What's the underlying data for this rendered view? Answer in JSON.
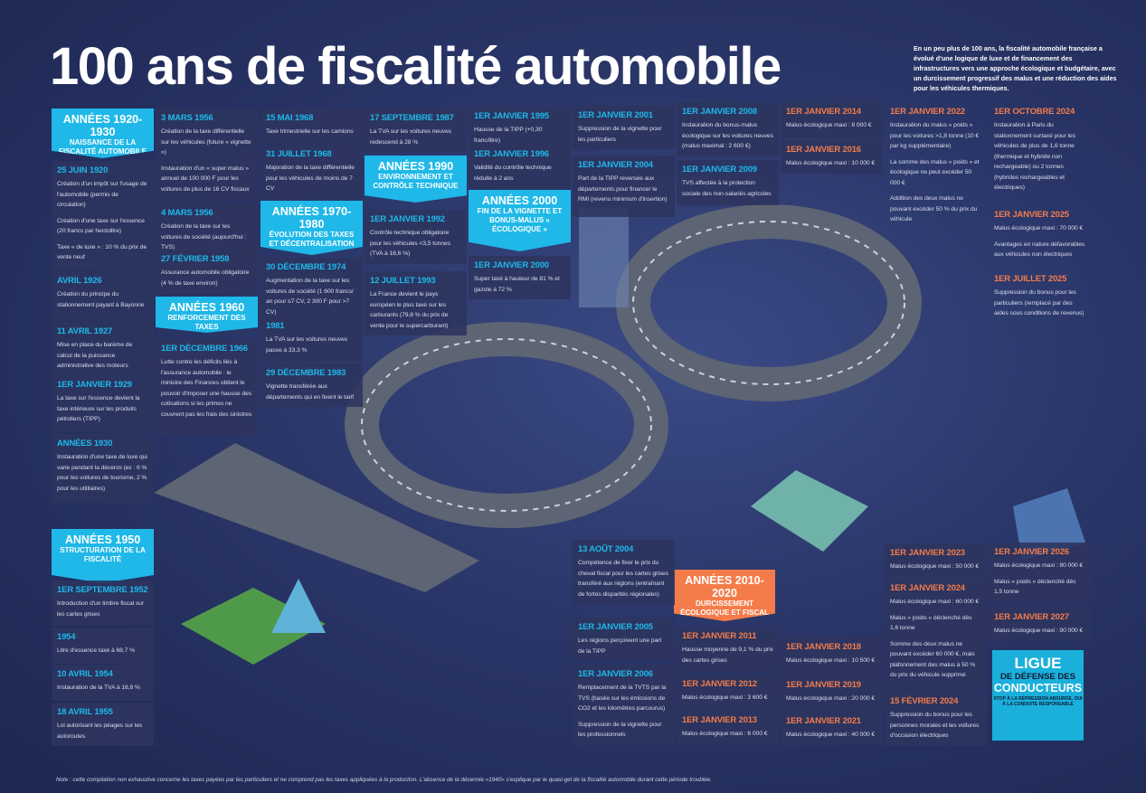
{
  "title": "100 ans de fiscalité automobile",
  "intro": "En un peu plus de 100 ans, la fiscalité automobile française a évolué d'une logique de luxe et de financement des infrastructures vers une approche écologique et budgétaire, avec un durcissement progressif des malus et une réduction des aides pour les véhicules thermiques.",
  "colors": {
    "blue": "#1fb8e8",
    "orange": "#f47c4a"
  },
  "eras": [
    {
      "title": "ANNÉES 1920-1930",
      "subtitle": "NAISSANCE DE LA FISCALITÉ AUTOMOBILE",
      "color": "#1fb8e8"
    },
    {
      "title": "ANNÉES 1950",
      "subtitle": "STRUCTURATION DE LA FISCALITÉ",
      "color": "#1fb8e8"
    },
    {
      "title": "ANNÉES 1960",
      "subtitle": "RENFORCEMENT DES TAXES",
      "color": "#1fb8e8"
    },
    {
      "title": "ANNÉES 1970-1980",
      "subtitle": "ÉVOLUTION DES TAXES ET DÉCENTRALISATION",
      "color": "#1fb8e8"
    },
    {
      "title": "ANNÉES 1990",
      "subtitle": "ENVIRONNEMENT ET CONTRÔLE TECHNIQUE",
      "color": "#1fb8e8"
    },
    {
      "title": "ANNÉES 2000",
      "subtitle": "FIN DE LA VIGNETTE ET BONUS-MALUS « ÉCOLOGIQUE »",
      "color": "#1fb8e8"
    },
    {
      "title": "ANNÉES 2010-2020",
      "subtitle": "DURCISSEMENT ÉCOLOGIQUE ET FISCAL",
      "color": "#f47c4a"
    }
  ],
  "cards": [
    {
      "date": "25 JUIN 1920",
      "color": "#1fb8e8",
      "lines": [
        "Création d'un impôt sur l'usage de l'automobile (permis de circulation)",
        "Création d'une taxe sur l'essence (20 francs par hectolitre)",
        "Taxe « de luxe » : 10 % du prix de vente neuf"
      ]
    },
    {
      "date": "AVRIL 1926",
      "color": "#1fb8e8",
      "lines": [
        "Création du principe du stationnement payant à Bayonne"
      ]
    },
    {
      "date": "11 AVRIL 1927",
      "color": "#1fb8e8",
      "lines": [
        "Mise en place du barème de calcul de la puissance administrative des moteurs"
      ]
    },
    {
      "date": "1ER JANVIER 1929",
      "color": "#1fb8e8",
      "lines": [
        "La taxe sur l'essence devient la taxe intérieure sur les produits pétroliers (TIPP)"
      ]
    },
    {
      "date": "ANNÉES 1930",
      "color": "#1fb8e8",
      "lines": [
        "Instauration d'une taxe de luxe qui varie pendant la décenni (ex : 6 % pour les voitures de tourisme, 2 % pour les utilitaires)"
      ]
    },
    {
      "date": "1ER SEPTEMBRE 1952",
      "color": "#1fb8e8",
      "lines": [
        "Introduction d'un timbre fiscal sur les cartes grises"
      ]
    },
    {
      "date": "1954",
      "color": "#1fb8e8",
      "lines": [
        "Litre d'essence taxé à 68,7 %"
      ]
    },
    {
      "date": "10 AVRIL 1954",
      "color": "#1fb8e8",
      "lines": [
        "Instauration de la TVA à 16,8 %"
      ]
    },
    {
      "date": "18 AVRIL 1955",
      "color": "#1fb8e8",
      "lines": [
        "Loi autorisant les péages sur les autoroutes"
      ]
    },
    {
      "date": "3 MARS 1956",
      "color": "#1fb8e8",
      "lines": [
        "Création de la taxe différentielle sur les véhicules (future « vignette »)",
        "Instauration d'un « super malus » annuel de 100 000 F pour les voitures de plus de 16 CV fiscaux"
      ]
    },
    {
      "date": "4 MARS 1956",
      "color": "#1fb8e8",
      "lines": [
        "Création de la taxe sur les voitures de société (aujourd'hui : TVS)"
      ]
    },
    {
      "date": "27 FÉVRIER 1958",
      "color": "#1fb8e8",
      "lines": [
        "Assurance automobile obligatoire (4 % de taxe environ)"
      ]
    },
    {
      "date": "1ER DÉCEMBRE 1966",
      "color": "#1fb8e8",
      "lines": [
        "Lutte contre les déficits liés à l'assurance automobile : le ministre des Finances obtient le pouvoir d'imposer une hausse des cotisations si les primes ne couvrent pas les frais des sinistres"
      ]
    },
    {
      "date": "15 MAI 1968",
      "color": "#1fb8e8",
      "lines": [
        "Taxe trimestrielle sur les camions"
      ]
    },
    {
      "date": "31 JUILLET 1968",
      "color": "#1fb8e8",
      "lines": [
        "Majoration de la taxe différentielle pour les véhicules de moins de 7 CV"
      ]
    },
    {
      "date": "30 DÉCEMBRE 1974",
      "color": "#1fb8e8",
      "lines": [
        "Augmentation de la taxe sur les voitures de société (1 600 francs/ an pour ≤7 CV, 2 300 F pour >7 CV)"
      ]
    },
    {
      "date": "1981",
      "color": "#1fb8e8",
      "lines": [
        "La TVA sur les voitures neuves passe à 33,3 %"
      ]
    },
    {
      "date": "29 DÉCEMBRE 1983",
      "color": "#1fb8e8",
      "lines": [
        "Vignette transférée aux départements qui en fixent le tarif"
      ]
    },
    {
      "date": "17 SEPTEMBRE 1987",
      "color": "#1fb8e8",
      "lines": [
        "La TVA sur les voitures neuves redescend à 28 %"
      ]
    },
    {
      "date": "1ER JANVIER 1992",
      "color": "#1fb8e8",
      "lines": [
        "Contrôle technique obligatoire pour les véhicules <3,5 tonnes (TVA à 18,6 %)"
      ]
    },
    {
      "date": "12 JUILLET 1993",
      "color": "#1fb8e8",
      "lines": [
        "La France devient le pays européen le plus taxé sur les carburants (79,8 % du prix de vente pour le supercarburant)"
      ]
    },
    {
      "date": "1ER JANVIER 1995",
      "color": "#1fb8e8",
      "lines": [
        "Hausse de la TIPP (+0,30 franc/litre)"
      ]
    },
    {
      "date": "1ER JANVIER 1996",
      "color": "#1fb8e8",
      "lines": [
        "Validité du contrôle technique réduite à 2 ans"
      ]
    },
    {
      "date": "1ER JANVIER 2000",
      "color": "#1fb8e8",
      "lines": [
        "Super taxé à hauteur de 81 % et gazole à 72 %"
      ]
    },
    {
      "date": "1ER JANVIER 2001",
      "color": "#1fb8e8",
      "lines": [
        "Suppression de la vignette pour les particuliers"
      ]
    },
    {
      "date": "1ER JANVIER 2004",
      "color": "#1fb8e8",
      "lines": [
        "Part de la TIPP reversée aux départements pour financer le RMI (revenu minimum d'insertion)"
      ]
    },
    {
      "date": "13 AOÛT 2004",
      "color": "#1fb8e8",
      "lines": [
        "Compétence de fixer le prix du cheval fiscal pour les cartes grises transféré aux régions (entraînant de fortes disparités régionales)"
      ]
    },
    {
      "date": "1ER JANVIER 2005",
      "color": "#1fb8e8",
      "lines": [
        "Les régions perçoivent une part de la TIPP"
      ]
    },
    {
      "date": "1ER JANVIER 2006",
      "color": "#1fb8e8",
      "lines": [
        "Remplacement de la TVTS par la TVS (basée sur les émissions de CO2 et les kilomètres parcourus)",
        "Suppression de la vignette pour les professionnels"
      ]
    },
    {
      "date": "1ER JANVIER 2008",
      "color": "#1fb8e8",
      "lines": [
        "Instauration du bonus-malus écologique sur les voitures neuves (malus maximal : 2 600 €)"
      ]
    },
    {
      "date": "1ER JANVIER 2009",
      "color": "#1fb8e8",
      "lines": [
        "TVS affectée à la protection sociale des non-salariés agricoles"
      ]
    },
    {
      "date": "1ER JANVIER 2011",
      "color": "#f47c4a",
      "lines": [
        "Hausse moyenne de 9,1 % du prix des cartes grises"
      ]
    },
    {
      "date": "1ER JANVIER 2012",
      "color": "#f47c4a",
      "lines": [
        "Malus écologique maxi : 3 600 €"
      ]
    },
    {
      "date": "1ER JANVIER 2013",
      "color": "#f47c4a",
      "lines": [
        "Malus écologique maxi : 6 000 €"
      ]
    },
    {
      "date": "1ER JANVIER 2014",
      "color": "#f47c4a",
      "lines": [
        "Malus écologique maxi : 8 000 €"
      ]
    },
    {
      "date": "1ER JANVIER 2016",
      "color": "#f47c4a",
      "lines": [
        "Malus écologique maxi : 10 000 €"
      ]
    },
    {
      "date": "1ER JANVIER 2018",
      "color": "#f47c4a",
      "lines": [
        "Malus écologique maxi : 10 500 €"
      ]
    },
    {
      "date": "1ER JANVIER 2019",
      "color": "#f47c4a",
      "lines": [
        "Malus écologique maxi : 20 000 €"
      ]
    },
    {
      "date": "1ER JANVIER 2021",
      "color": "#f47c4a",
      "lines": [
        "Malus écologique maxi : 40 000 €"
      ]
    },
    {
      "date": "1ER JANVIER 2022",
      "color": "#f47c4a",
      "lines": [
        "Instauration du malus « poids » pour les voitures >1,8 tonne (10 € par kg supplémentaire)",
        "La somme des malus « poids » et écologique ne peut excéder 50 000 €",
        "Addition des deux malus ne pouvant excéder 50 % du prix du véhicule"
      ]
    },
    {
      "date": "1ER JANVIER 2023",
      "color": "#f47c4a",
      "lines": [
        "Malus écologique maxi : 50 000 €"
      ]
    },
    {
      "date": "1ER JANVIER 2024",
      "color": "#f47c4a",
      "lines": [
        "Malus écologique maxi : 60 000 €",
        "Malus « poids » déclenché dès 1,6 tonne",
        "Somme des deux malus ne pouvant excéder 60 000 €, mais plafonnement des malus à 50 % du prix du véhicule supprimé"
      ]
    },
    {
      "date": "15 FÉVRIER 2024",
      "color": "#f47c4a",
      "lines": [
        "Suppression du bonus pour les personnes morales et les voitures d'occasion électriques"
      ]
    },
    {
      "date": "1ER OCTOBRE 2024",
      "color": "#f47c4a",
      "lines": [
        "Instauration à Paris du stationnement surtaxé pour les véhicules de plus de 1,6 tonne (thermique et hybride non rechargeable) ou 2 tonnes (hybrides rechargeables et électriques)"
      ]
    },
    {
      "date": "1ER JANVIER 2025",
      "color": "#f47c4a",
      "lines": [
        "Malus écologique maxi : 70 000 €",
        "Avantages en nature défavorables aux véhicules non électriques"
      ]
    },
    {
      "date": "1ER JUILLET 2025",
      "color": "#f47c4a",
      "lines": [
        "Suppression du bonus pour les particuliers (remplacé par des aides sous conditions de revenus)"
      ]
    },
    {
      "date": "1ER JANVIER 2026",
      "color": "#f47c4a",
      "lines": [
        "Malus écologique maxi : 80 000 €",
        "Malus « poids » déclenché dès 1,5 tonne"
      ]
    },
    {
      "date": "1ER JANVIER 2027",
      "color": "#f47c4a",
      "lines": [
        "Malus écologique maxi : 90 000 €"
      ]
    }
  ],
  "logo": {
    "line1": "LIGUE",
    "line2": "DE DÉFENSE DES",
    "line3": "CONDUCTEURS",
    "tagline": "STOP À LA RÉPRESSION ABSURDE, OUI À LA CONDUITE RESPONSABLE"
  },
  "note": "Note : cette compilation non exhaustive concerne les taxes payées par les particuliers et ne comprend pas les taxes appliquées à la production. L'absence de la décennie «1940» s'explique par le quasi-gel de la fiscalité automobile durant cette période troublée."
}
